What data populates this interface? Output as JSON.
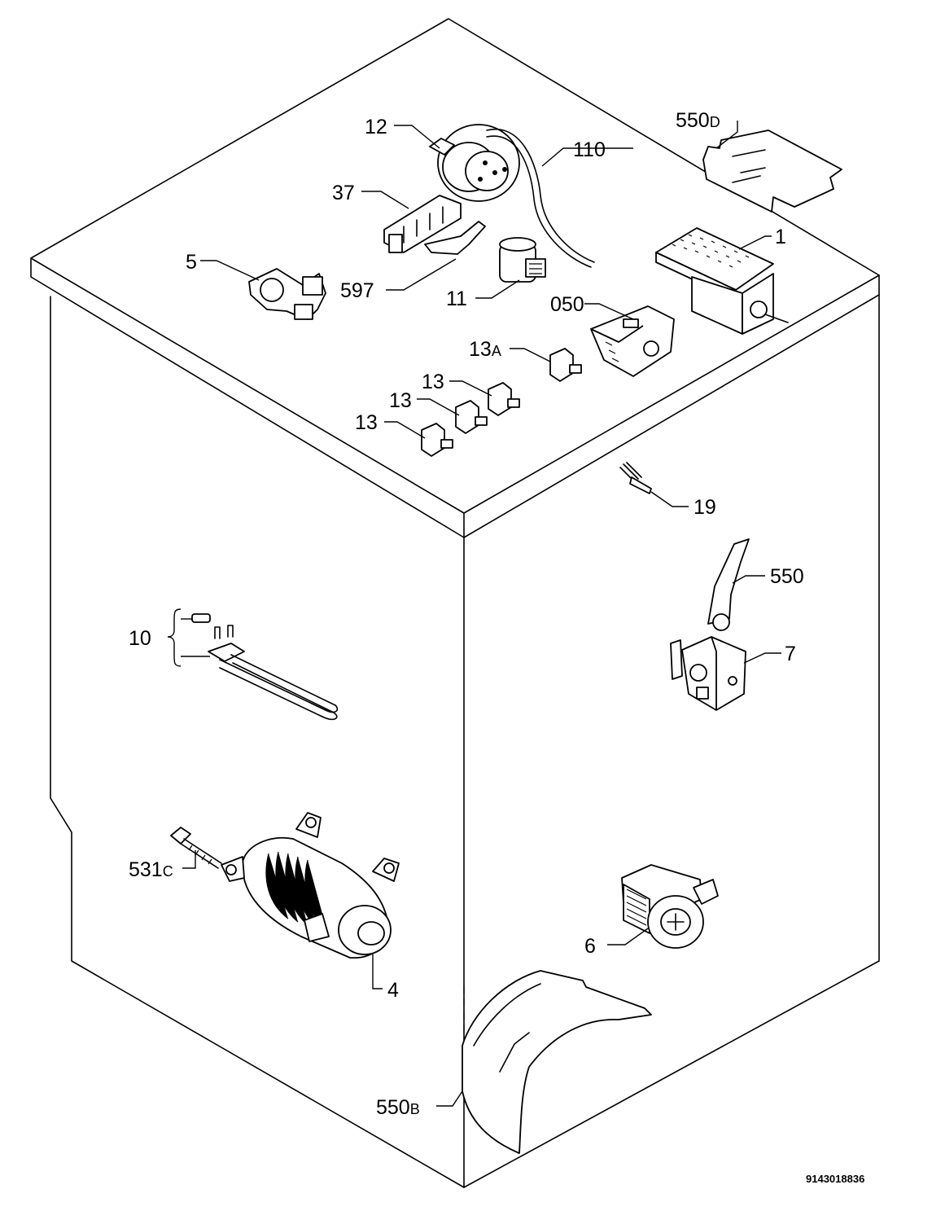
{
  "reference_code": "9143018836",
  "labels": {
    "p1": "1",
    "p4": "4",
    "p5": "5",
    "p6": "6",
    "p7": "7",
    "p10": "10",
    "p11": "11",
    "p12": "12",
    "p13a": "13",
    "p13b": "13",
    "p13c": "13",
    "p13a_main": "13",
    "p13a_suffix": "A",
    "p19": "19",
    "p37": "37",
    "p050": "050",
    "p110": "110",
    "p550": "550",
    "p550b_main": "550",
    "p550b_suffix": "B",
    "p550d_main": "550",
    "p550d_suffix": "D",
    "p531c_main": "531",
    "p531c_suffix": "C",
    "p597": "597"
  }
}
